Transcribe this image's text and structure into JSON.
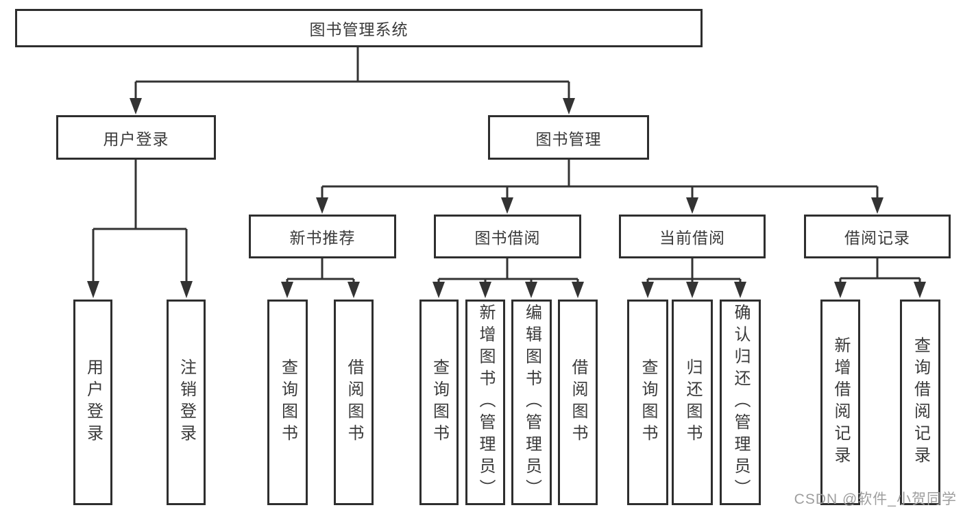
{
  "diagram": {
    "tree": {
      "root": "图书管理系统",
      "children": [
        {
          "label": "用户登录",
          "children": [
            "用户登录",
            "注销登录"
          ]
        },
        {
          "label": "图书管理",
          "children": [
            {
              "label": "新书推荐",
              "children": [
                "查询图书",
                "借阅图书"
              ]
            },
            {
              "label": "图书借阅",
              "children": [
                "查询图书",
                "新增图书（管理员）",
                "编辑图书（管理员）",
                "借阅图书"
              ]
            },
            {
              "label": "当前借阅",
              "children": [
                "查询图书",
                "归还图书",
                "确认归还（管理员）"
              ]
            },
            {
              "label": "借阅记录",
              "children": [
                "新增借阅记录",
                "查询借阅记录"
              ]
            }
          ]
        }
      ]
    },
    "colors": {
      "line": "#333333",
      "box_border": "#2e2e2e",
      "text": "#3a3a3a",
      "watermark": "#9e9e9e",
      "background": "#ffffff"
    }
  },
  "watermark": {
    "text": "CSDN @软件_小贺同学"
  }
}
